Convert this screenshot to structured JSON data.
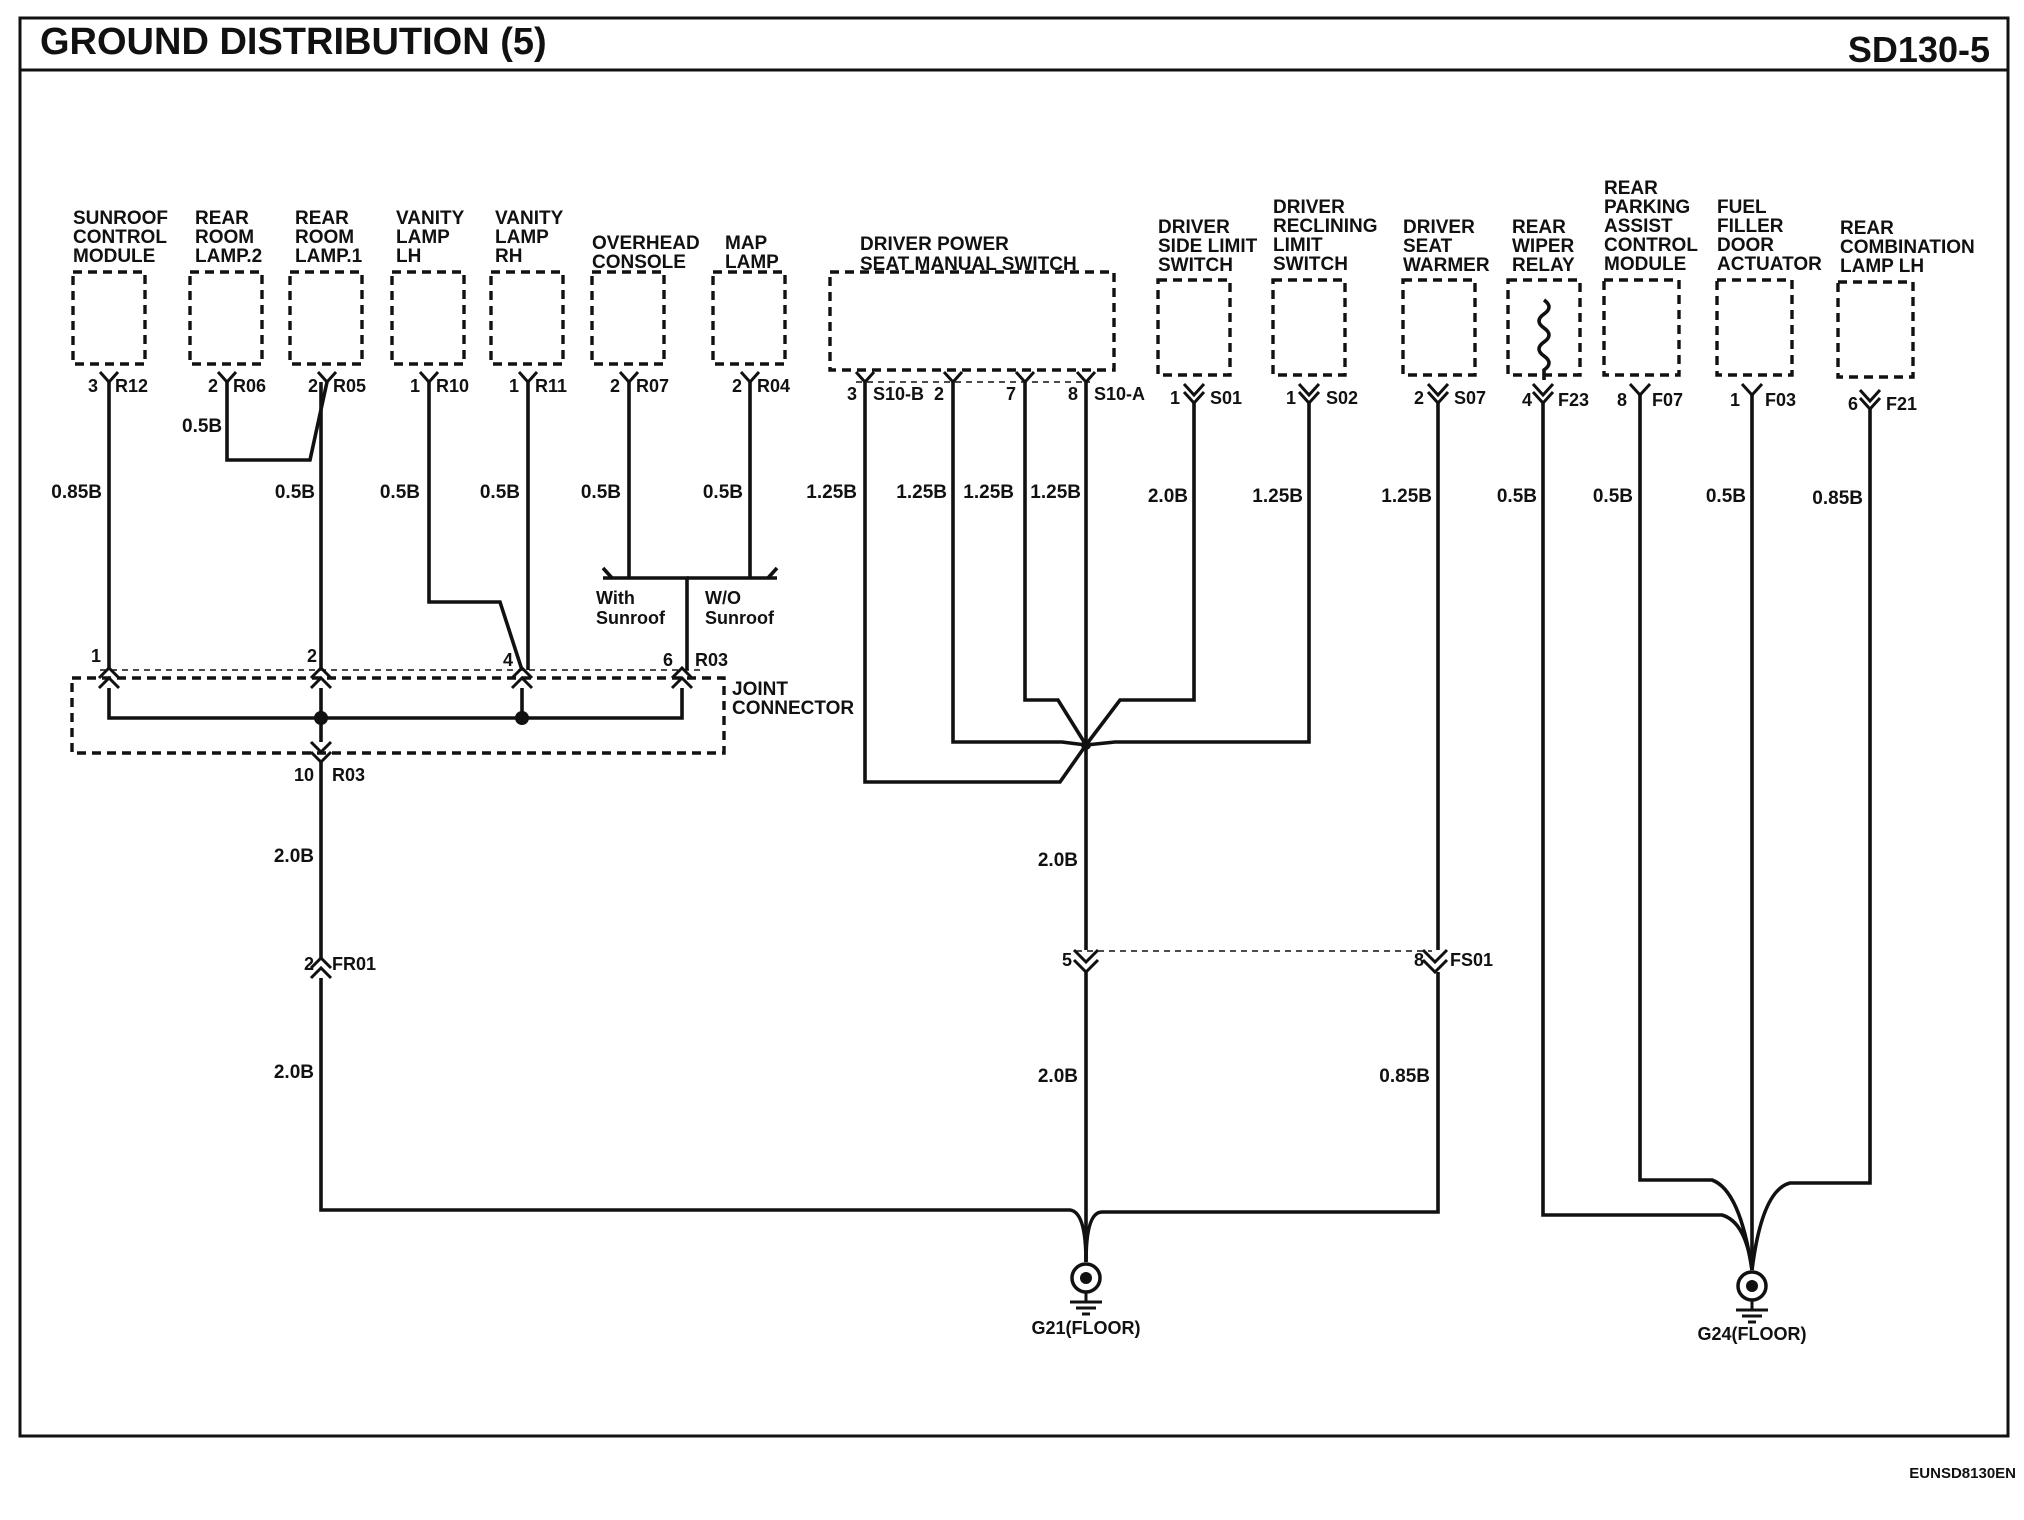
{
  "page": {
    "title": "GROUND DISTRIBUTION (5)",
    "code": "SD130-5",
    "footer_code": "EUNSD8130EN"
  },
  "components": {
    "sunroof": {
      "name": [
        "SUNROOF",
        "CONTROL",
        "MODULE"
      ],
      "pin": "3",
      "conn": "R12",
      "wire": "0.85B"
    },
    "rear_room2": {
      "name": [
        "REAR",
        "ROOM",
        "LAMP.2"
      ],
      "pin": "2",
      "conn": "R06",
      "wire": "0.5B"
    },
    "rear_room1": {
      "name": [
        "REAR",
        "ROOM",
        "LAMP.1"
      ],
      "pin": "2",
      "conn": "R05",
      "wire": "0.5B"
    },
    "vanity_lh": {
      "name": [
        "VANITY",
        "LAMP",
        "LH"
      ],
      "pin": "1",
      "conn": "R10",
      "wire": "0.5B"
    },
    "vanity_rh": {
      "name": [
        "VANITY",
        "LAMP",
        "RH"
      ],
      "pin": "1",
      "conn": "R11",
      "wire": "0.5B"
    },
    "overhead": {
      "name": [
        "OVERHEAD",
        "CONSOLE"
      ],
      "pin": "2",
      "conn": "R07",
      "wire": "0.5B"
    },
    "map_lamp": {
      "name": [
        "MAP",
        "LAMP"
      ],
      "pin": "2",
      "conn": "R04",
      "wire": "0.5B"
    },
    "seat_switch": {
      "name": [
        "DRIVER POWER",
        "SEAT MANUAL SWITCH"
      ],
      "pins": [
        "3",
        "2",
        "7",
        "8"
      ],
      "conn_b": "S10-B",
      "conn_a": "S10-A",
      "wires": [
        "1.25B",
        "1.25B",
        "1.25B",
        "1.25B"
      ]
    },
    "side_limit": {
      "name": [
        "DRIVER",
        "SIDE LIMIT",
        "SWITCH"
      ],
      "pin": "1",
      "conn": "S01",
      "wire": "2.0B"
    },
    "reclining": {
      "name": [
        "DRIVER",
        "RECLINING",
        "LIMIT",
        "SWITCH"
      ],
      "pin": "1",
      "conn": "S02",
      "wire": "1.25B"
    },
    "seat_warmer": {
      "name": [
        "DRIVER",
        "SEAT",
        "WARMER"
      ],
      "pin": "2",
      "conn": "S07",
      "wire": "1.25B"
    },
    "wiper_relay": {
      "name": [
        "REAR",
        "WIPER",
        "RELAY"
      ],
      "pin": "4",
      "conn": "F23",
      "wire": "0.5B"
    },
    "parking": {
      "name": [
        "REAR",
        "PARKING",
        "ASSIST",
        "CONTROL",
        "MODULE"
      ],
      "pin": "8",
      "conn": "F07",
      "wire": "0.5B"
    },
    "fuel_door": {
      "name": [
        "FUEL",
        "FILLER",
        "DOOR",
        "ACTUATOR"
      ],
      "pin": "1",
      "conn": "F03",
      "wire": "0.5B"
    },
    "rear_comb": {
      "name": [
        "REAR",
        "COMBINATION",
        "LAMP LH"
      ],
      "pin": "6",
      "conn": "F21",
      "wire": "0.85B"
    }
  },
  "options": {
    "with": [
      "With",
      "Sunroof"
    ],
    "without": [
      "W/O",
      "Sunroof"
    ]
  },
  "joint": {
    "name": [
      "JOINT",
      "CONNECTOR"
    ],
    "conn": "R03",
    "pins": [
      "1",
      "2",
      "4",
      "6"
    ],
    "out_pin": "10",
    "out_conn": "R03",
    "out_wire": "2.0B"
  },
  "connectors": {
    "fr01": {
      "pin": "2",
      "conn": "FR01",
      "wire": "2.0B"
    },
    "fs01": {
      "pin_left": "5",
      "pin_right": "8",
      "conn": "FS01"
    }
  },
  "center_wires": {
    "upper": "2.0B",
    "lower": "2.0B",
    "warmer": "0.85B"
  },
  "grounds": {
    "g21": "G21(FLOOR)",
    "g24": "G24(FLOOR)"
  }
}
